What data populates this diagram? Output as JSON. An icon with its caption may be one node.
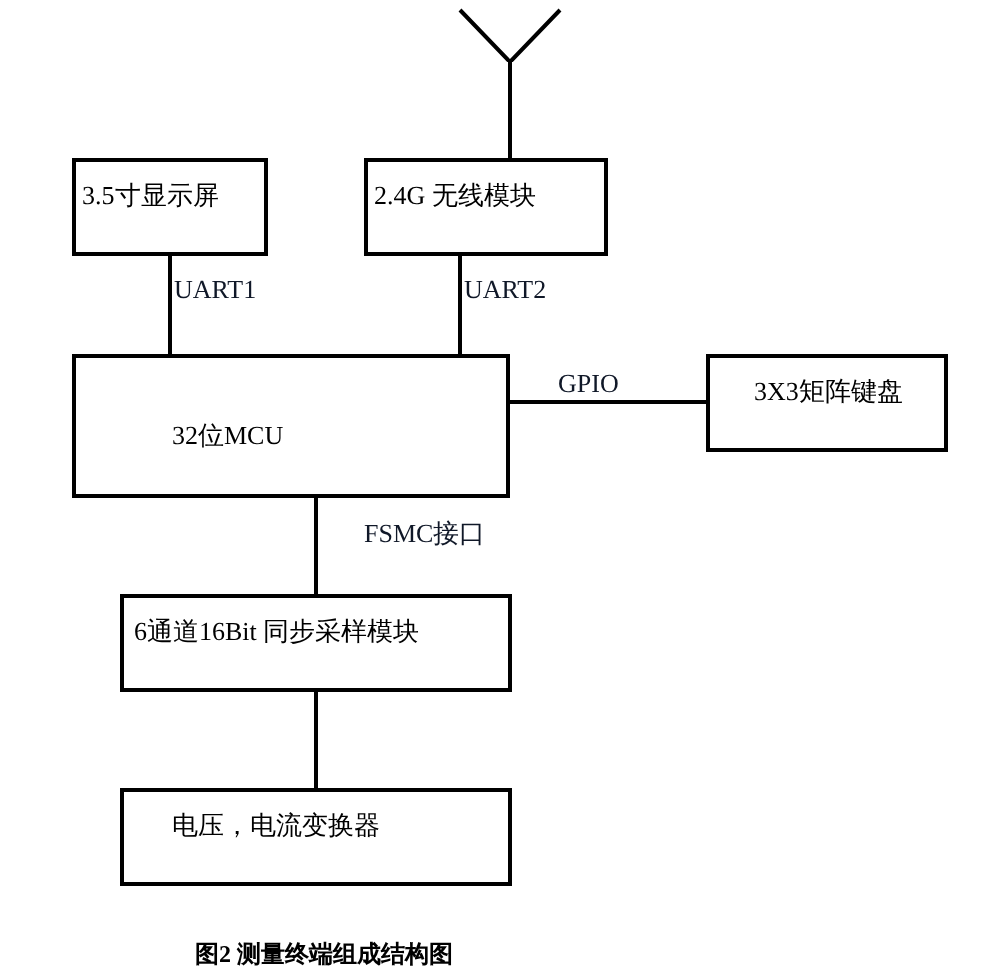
{
  "diagram": {
    "caption": "图2 测量终端组成结构图",
    "nodes": [
      {
        "text": [],
        "shape": "antenna"
      },
      {
        "text": [
          "3.5寸显示屏"
        ]
      },
      {
        "text": [
          "2.4G 无线模块"
        ]
      },
      {
        "text": [
          "32位MCU"
        ]
      },
      {
        "text": [
          "3X3矩阵键盘"
        ]
      },
      {
        "text": [
          "6通道16Bit 同步采样模块"
        ]
      },
      {
        "text": [
          "电压，电流变换器"
        ]
      }
    ],
    "edges": [
      {
        "from": 0,
        "to": 2,
        "arrow": "none"
      },
      {
        "from": 1,
        "to": 3,
        "arrow": "none",
        "label": "UART1"
      },
      {
        "from": 2,
        "to": 3,
        "arrow": "none",
        "label": "UART2"
      },
      {
        "from": 3,
        "to": 4,
        "arrow": "none",
        "label": "GPIO"
      },
      {
        "from": 3,
        "to": 5,
        "arrow": "none",
        "label": "FSMC接口"
      },
      {
        "from": 5,
        "to": 6,
        "arrow": "none"
      }
    ]
  }
}
